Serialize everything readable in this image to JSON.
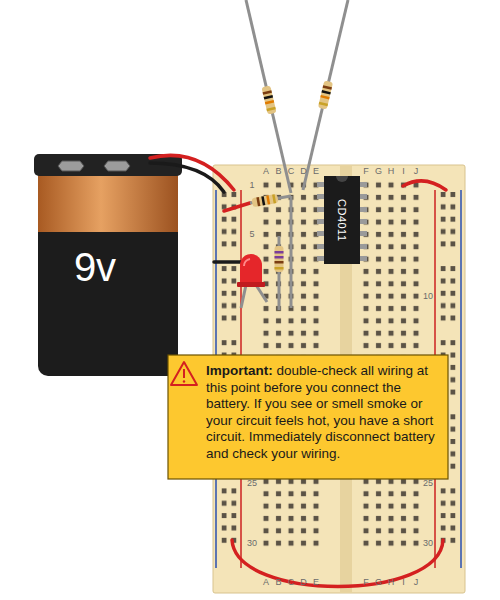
{
  "diagram": {
    "nodes": [
      {
        "text": [
          "9v"
        ]
      },
      {
        "text": [
          "CD4011"
        ]
      },
      {
        "text": [
          "Important:",
          "double-check all wiring at this point before you connect the battery. If you see or smell smoke or your circuit feels hot, you have a short circuit. Immediately disconnect battery and check your wiring."
        ]
      }
    ],
    "labels": [
      "A",
      "B",
      "C",
      "D",
      "E",
      "F",
      "G",
      "H",
      "I",
      "J",
      "1",
      "5",
      "10",
      "25",
      "25",
      "30",
      "30",
      "A",
      "B",
      "C",
      "D",
      "E",
      "F",
      "G",
      "H",
      "I",
      "J"
    ]
  }
}
